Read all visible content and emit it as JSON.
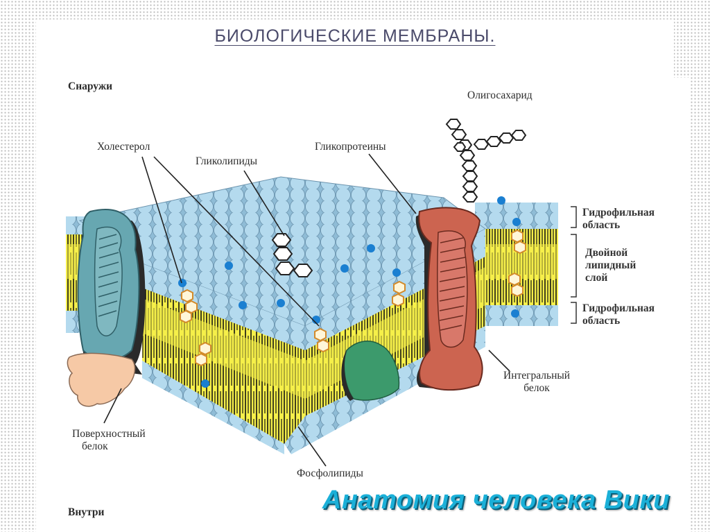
{
  "title": "БИОЛОГИЧЕСКИЕ МЕМБРАНЫ.",
  "labels": {
    "outside": "Снаружи",
    "inside": "Внутри",
    "oligosaccharide": "Олигосахарид",
    "cholesterol": "Холестерол",
    "glycolipids": "Гликолипиды",
    "glycoproteins": "Гликопротеины",
    "hydrophilic_top": [
      "Гидрофильная",
      "область"
    ],
    "bilayer": [
      "Двойной",
      "липидный",
      "слой"
    ],
    "hydrophilic_bottom": [
      "Гидрофильная",
      "область"
    ],
    "integral_protein": [
      "Интегральный",
      "белок"
    ],
    "surface_protein": [
      "Поверхностный",
      "белок"
    ],
    "phospholipids": "Фосфолипиды"
  },
  "watermark": "Анатомия человека Вики",
  "colors": {
    "head": "#a9d4ea",
    "head_outline": "#5d8aa6",
    "tail_band": "#f5ef4a",
    "blue_protein": "#5e9ea8",
    "red_protein": "#c9604e",
    "green_protein": "#3c9a6c",
    "peach_protein": "#f6c9a6",
    "watermark": "#1bb0d8"
  }
}
